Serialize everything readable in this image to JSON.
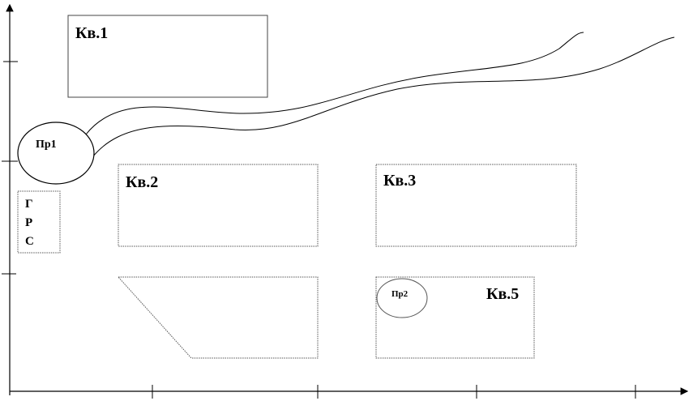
{
  "labels": {
    "block1": "Кв.1",
    "block2": "Кв.2",
    "block3": "Кв.3",
    "block5": "Кв.5",
    "enterprise1": "Пр1",
    "enterprise2": "Пр2",
    "grs_line1": "Г",
    "grs_line2": "Р",
    "grs_line3": "С"
  },
  "colors": {
    "line": "#000000",
    "dotted": "#666666",
    "background": "#ffffff"
  }
}
